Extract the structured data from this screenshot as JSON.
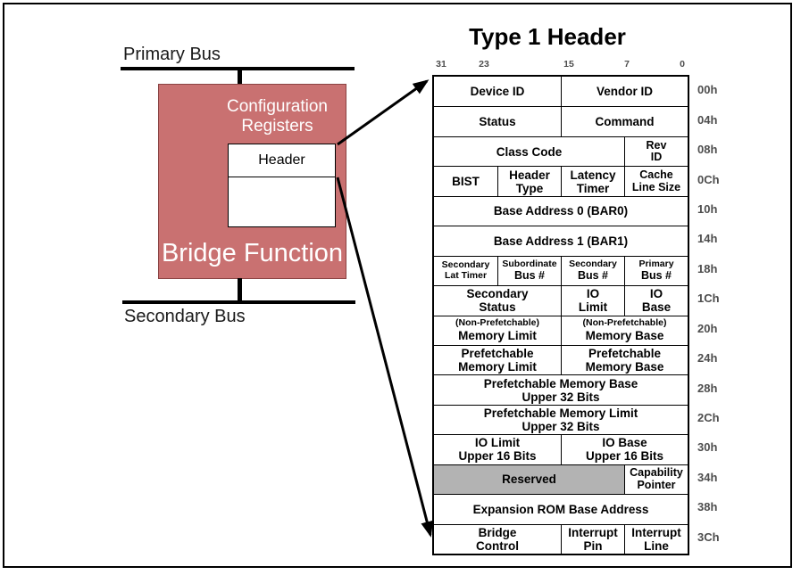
{
  "title": "Type 1 Header",
  "left_diagram": {
    "primary_bus_label": "Primary Bus",
    "secondary_bus_label": "Secondary Bus",
    "config_registers_line1": "Configuration",
    "config_registers_line2": "Registers",
    "header_label": "Header",
    "bridge_function_label": "Bridge Function"
  },
  "header_table": {
    "bit_labels": [
      "31",
      "23",
      "15",
      "7",
      "0"
    ],
    "rows": [
      {
        "offset": "00h",
        "cells": [
          {
            "span": 2,
            "lines": [
              "Device ID"
            ]
          },
          {
            "span": 2,
            "lines": [
              "Vendor ID"
            ]
          }
        ]
      },
      {
        "offset": "04h",
        "cells": [
          {
            "span": 2,
            "lines": [
              "Status"
            ]
          },
          {
            "span": 2,
            "lines": [
              "Command"
            ]
          }
        ]
      },
      {
        "offset": "08h",
        "cells": [
          {
            "span": 3,
            "lines": [
              "Class Code"
            ]
          },
          {
            "span": 1,
            "size": "md",
            "lines": [
              "Rev",
              "ID"
            ]
          }
        ]
      },
      {
        "offset": "0Ch",
        "cells": [
          {
            "span": 1,
            "lines": [
              "BIST"
            ]
          },
          {
            "span": 1,
            "lines": [
              "Header",
              "Type"
            ]
          },
          {
            "span": 1,
            "lines": [
              "Latency",
              "Timer"
            ]
          },
          {
            "span": 1,
            "size": "md",
            "lines": [
              "Cache",
              "Line Size"
            ]
          }
        ]
      },
      {
        "offset": "10h",
        "cells": [
          {
            "span": 4,
            "lines": [
              "Base Address 0 (BAR0)"
            ]
          }
        ]
      },
      {
        "offset": "14h",
        "cells": [
          {
            "span": 4,
            "lines": [
              "Base Address 1 (BAR1)"
            ]
          }
        ]
      },
      {
        "offset": "18h",
        "cells": [
          {
            "span": 1,
            "size": "sm",
            "lines": [
              "Secondary",
              "Lat Timer"
            ]
          },
          {
            "span": 1,
            "size": "md",
            "first_small": true,
            "lines": [
              "Subordinate",
              "Bus #"
            ]
          },
          {
            "span": 1,
            "size": "md",
            "first_small": true,
            "lines": [
              "Secondary",
              "Bus #"
            ]
          },
          {
            "span": 1,
            "size": "md",
            "first_small": true,
            "lines": [
              "Primary",
              "Bus #"
            ]
          }
        ]
      },
      {
        "offset": "1Ch",
        "cells": [
          {
            "span": 2,
            "lines": [
              "Secondary",
              "Status"
            ]
          },
          {
            "span": 1,
            "lines": [
              "IO",
              "Limit"
            ]
          },
          {
            "span": 1,
            "lines": [
              "IO",
              "Base"
            ]
          }
        ]
      },
      {
        "offset": "20h",
        "cells": [
          {
            "span": 2,
            "first_small": true,
            "lines": [
              "(Non-Prefetchable)",
              "Memory Limit"
            ]
          },
          {
            "span": 2,
            "first_small": true,
            "lines": [
              "(Non-Prefetchable)",
              "Memory Base"
            ]
          }
        ]
      },
      {
        "offset": "24h",
        "cells": [
          {
            "span": 2,
            "lines": [
              "Prefetchable",
              "Memory Limit"
            ]
          },
          {
            "span": 2,
            "lines": [
              "Prefetchable",
              "Memory Base"
            ]
          }
        ]
      },
      {
        "offset": "28h",
        "cells": [
          {
            "span": 4,
            "lines": [
              "Prefetchable Memory Base",
              "Upper 32 Bits"
            ]
          }
        ]
      },
      {
        "offset": "2Ch",
        "cells": [
          {
            "span": 4,
            "lines": [
              "Prefetchable Memory Limit",
              "Upper 32 Bits"
            ]
          }
        ]
      },
      {
        "offset": "30h",
        "cells": [
          {
            "span": 2,
            "lines": [
              "IO Limit",
              "Upper 16 Bits"
            ]
          },
          {
            "span": 2,
            "lines": [
              "IO Base",
              "Upper 16 Bits"
            ]
          }
        ]
      },
      {
        "offset": "34h",
        "cells": [
          {
            "span": 3,
            "reserved": true,
            "lines": [
              "Reserved"
            ]
          },
          {
            "span": 1,
            "size": "md",
            "lines": [
              "Capability",
              "Pointer"
            ]
          }
        ]
      },
      {
        "offset": "38h",
        "cells": [
          {
            "span": 4,
            "lines": [
              "Expansion ROM Base Address"
            ]
          }
        ]
      },
      {
        "offset": "3Ch",
        "cells": [
          {
            "span": 2,
            "lines": [
              "Bridge",
              "Control"
            ]
          },
          {
            "span": 1,
            "lines": [
              "Interrupt",
              "Pin"
            ]
          },
          {
            "span": 1,
            "lines": [
              "Interrupt",
              "Line"
            ]
          }
        ]
      }
    ]
  },
  "colors": {
    "bridge_box_fill": "#C97171",
    "bridge_box_border": "#8A4343",
    "reserved_fill": "#B3B3B3",
    "label_gray": "#4D4D4D"
  }
}
